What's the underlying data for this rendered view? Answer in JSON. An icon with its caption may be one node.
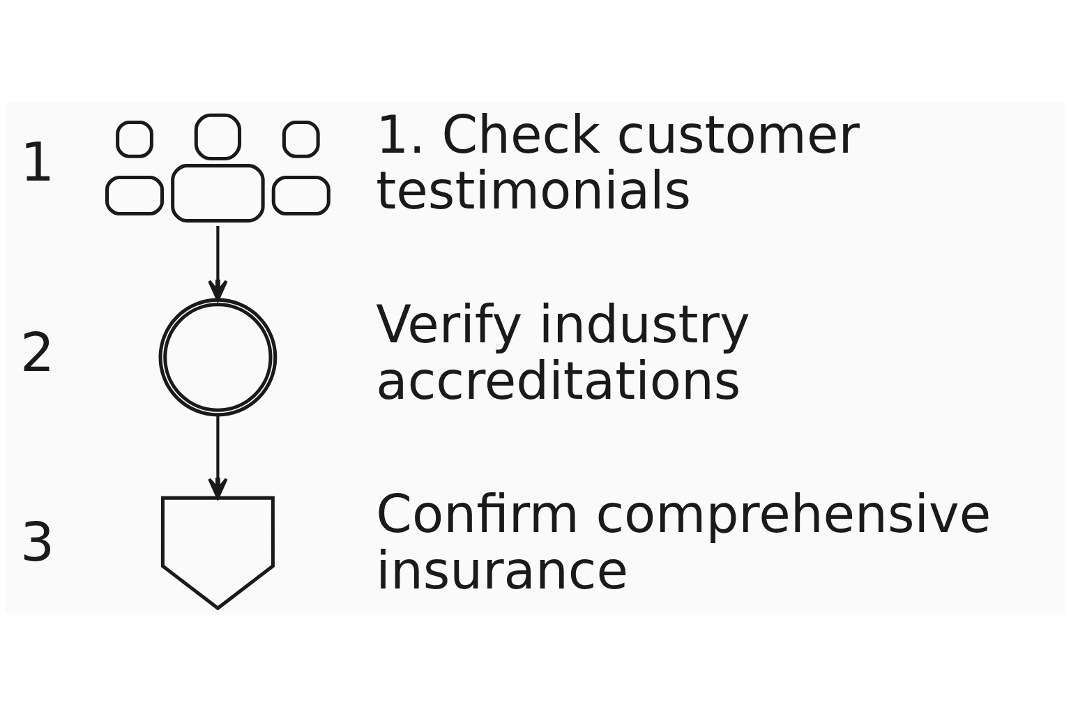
{
  "diagram": {
    "nodes": [
      {
        "text": [],
        "shape": "person",
        "beside": [
          "1",
          "1. Check customer testimonials"
        ]
      },
      {
        "text": [],
        "shape": "badge",
        "beside": [
          "2",
          "Verify industry accreditations"
        ]
      },
      {
        "text": [],
        "shape": "shield",
        "beside": [
          "3",
          "Confirm comprehensive insurance"
        ]
      }
    ],
    "edges": [
      {
        "from": 0,
        "to": 1,
        "arrow": "to"
      },
      {
        "from": 1,
        "to": 2,
        "arrow": "to"
      }
    ]
  }
}
